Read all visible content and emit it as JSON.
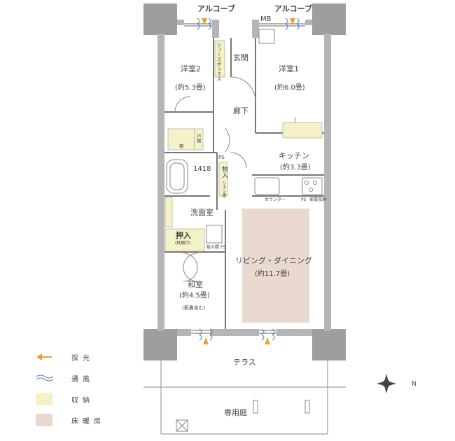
{
  "rooms": {
    "alcove_left": "アルコーブ",
    "alcove_right": "アルコーブ",
    "mb": "MB",
    "shoebox": "シューズボックス",
    "genkan": "玄関",
    "western2_name": "洋室2",
    "western2_size": "(約5.3畳)",
    "western1_name": "洋室1",
    "western1_size": "(約6.0畳)",
    "corridor": "廊下",
    "shelf": "棚",
    "closet_small": "戸棚",
    "ps_top": "PS",
    "bath_size": "1418",
    "storage_vertical": "物入",
    "linen": "リネン庫",
    "kitchen_name": "キッチン",
    "kitchen_size": "(約3.3畳)",
    "counter": "カウンター",
    "ps_kitchen": "PS",
    "shelf_kitchen": "家電収納",
    "washroom": "洗面室",
    "oshiire": "押入",
    "oshiire_sub": "(枕棚付)",
    "itano": "板の間",
    "ps_mid": "PS",
    "living_name": "リビング・ダイニング",
    "living_size": "(約11.7畳)",
    "washitsu_name": "和室",
    "washitsu_size": "(約4.5畳)",
    "washitsu_note": "(板畳含む)",
    "terrace": "テラス",
    "garden": "専用庭",
    "compass_n": "N"
  },
  "legend": [
    {
      "label": "採光",
      "icon": "light-arrow-icon",
      "color": "#f0a030"
    },
    {
      "label": "通風",
      "icon": "wind-icon",
      "color": "#4a78c0"
    },
    {
      "label": "収納",
      "icon": "storage-swatch-icon",
      "color": "#f6f2c8"
    },
    {
      "label": "床暖房",
      "icon": "floor-heating-swatch-icon",
      "color": "#e9d9cf"
    }
  ],
  "colors": {
    "wall": "#9a9a9a",
    "pillar": "#9e9e9e",
    "floor_heating": "#e9d9cf",
    "storage": "#f6f2c8",
    "light_arrow": "#f0a030",
    "wind": "#4a78c0"
  }
}
